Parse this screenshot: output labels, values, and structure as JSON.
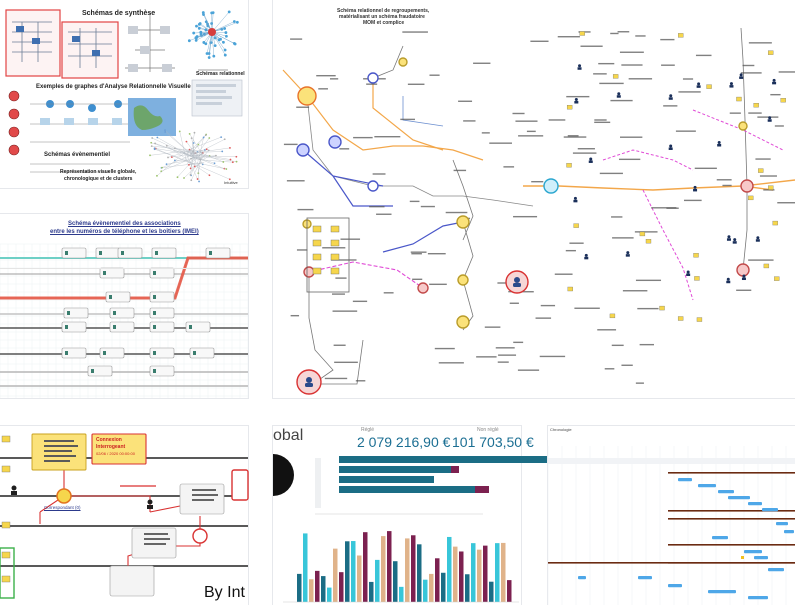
{
  "gallery": {
    "tile1": {
      "synthesis_title": "Schémas de synthèse",
      "relational_label": "Schémas relationnel",
      "examples_title": "Exemples de graphes d'Analyse Relationnelle Visuelle",
      "event_label": "Schémas évènementiel",
      "representation_line1": "Représentation visuelle globale,",
      "representation_line2": "chronologique et de clusters",
      "brand": "Intuitive"
    },
    "tile2": {
      "title_line1": "Schéma évènementiel des associations",
      "title_line2": "entre les numéros de téléphone et les boîtiers (IMEI)"
    },
    "tile3": {
      "title_line1": "Schéma relationnel de regroupements,",
      "title_line2": "matérialisant un schéma fraudatoire",
      "title_line3": "MOM et complice"
    },
    "tile4": {
      "box_line1": "Connexion",
      "box_line2": "Interrogeant",
      "box_line3": "02/06 / 2020 00:00:00",
      "caption": "Correspondant (0)",
      "brand_text": "By Int"
    },
    "tile5": {
      "title_fragment": "obal",
      "kpi_left_caption": "Réglé",
      "kpi_left_value": "2 079 216,90 €",
      "kpi_right_caption": "Non réglé",
      "kpi_right_value": "101 703,50 €"
    },
    "tile6": {
      "title": "Chronologie"
    },
    "colors": {
      "accent_teal": "#1b6d85",
      "accent_cyan": "#38c6d9",
      "accent_plum": "#7c2150",
      "accent_tan": "#e0b38a",
      "node_red": "#d93232",
      "node_yellow": "#f6d64c",
      "link_orange": "#f3a74a",
      "link_pink": "#e04ad6",
      "link_blue": "#4a57c9",
      "gantt_blue": "#4ea7e8",
      "gantt_brown": "#6b2b12"
    }
  }
}
